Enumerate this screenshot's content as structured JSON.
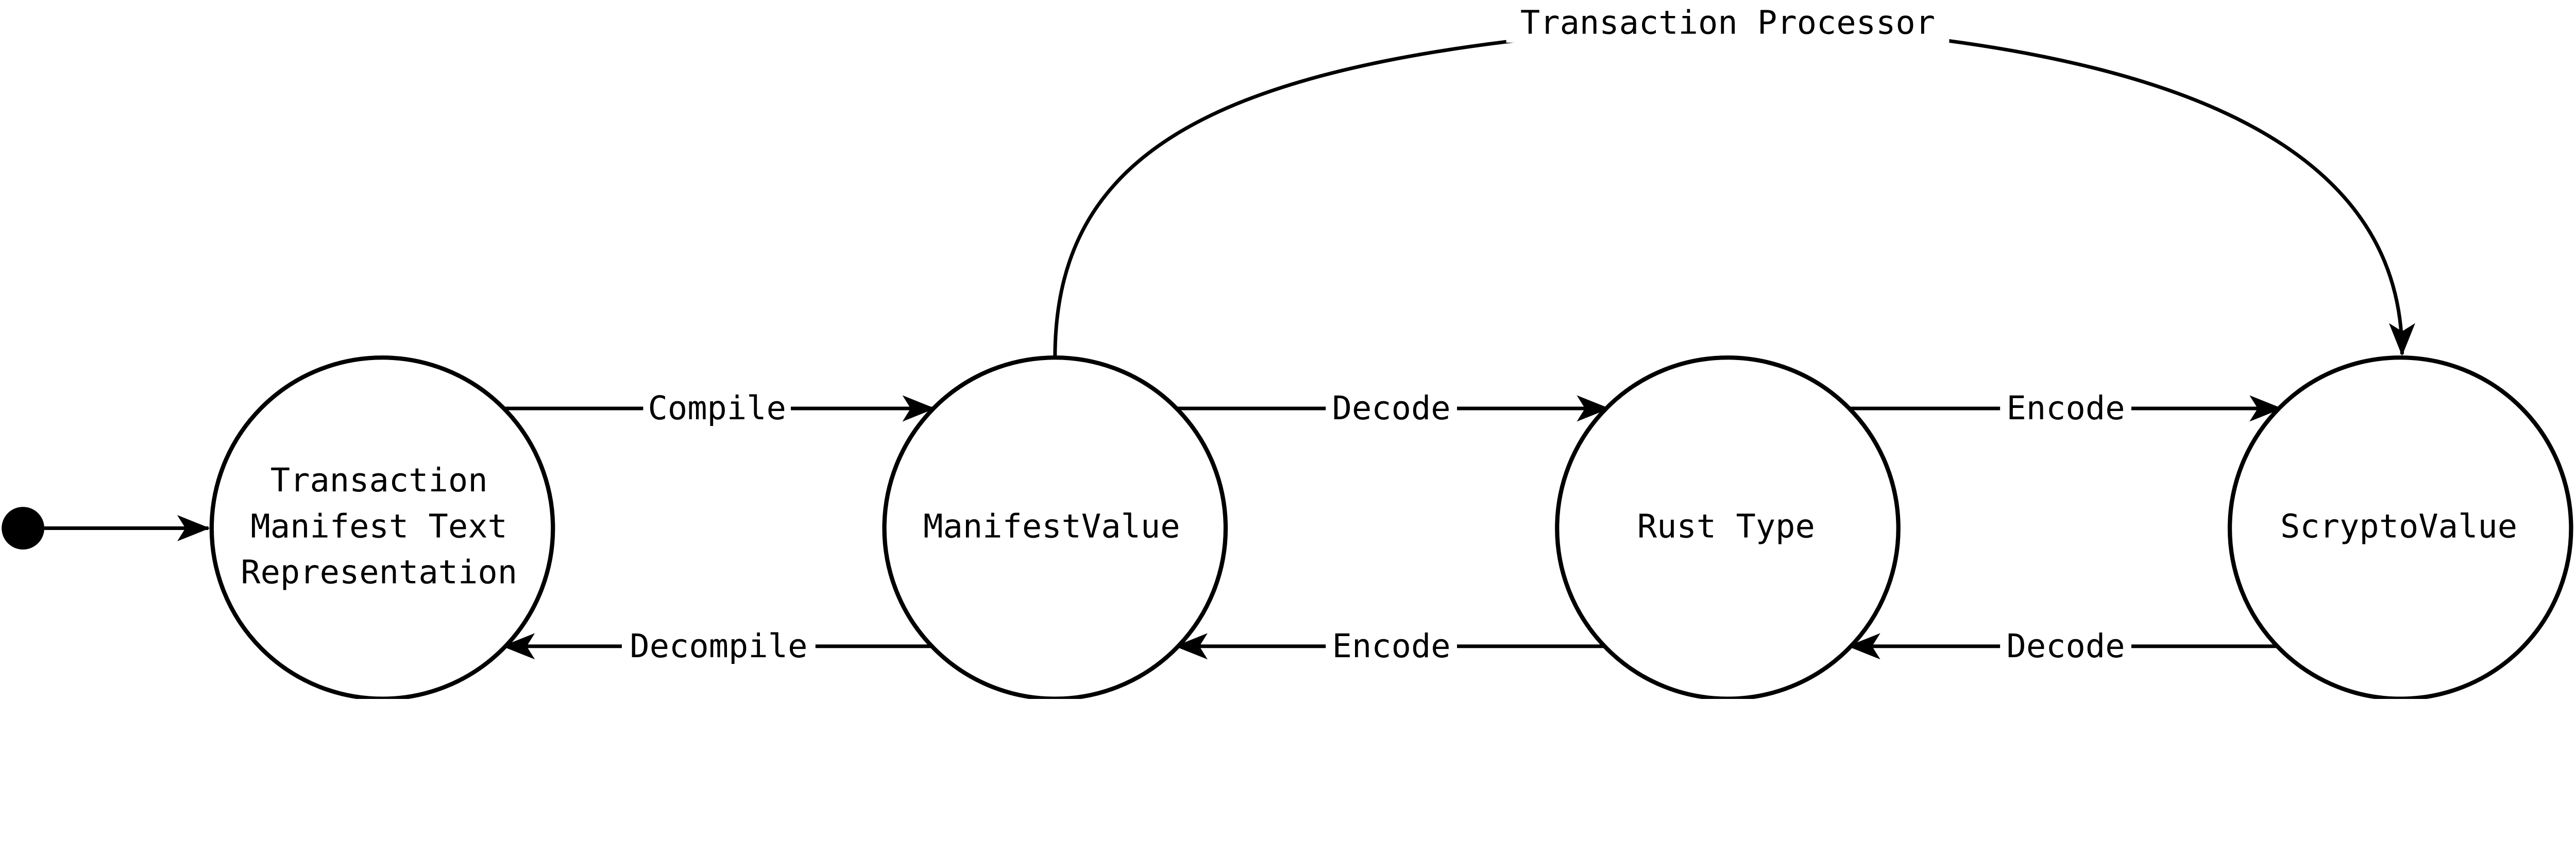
{
  "diagram": {
    "nodes": [
      {
        "id": "manifest-text",
        "lines": [
          "Transaction",
          "Manifest Text",
          "Representation"
        ]
      },
      {
        "id": "manifest-value",
        "lines": [
          "ManifestValue"
        ]
      },
      {
        "id": "rust-type",
        "lines": [
          "Rust Type"
        ]
      },
      {
        "id": "scrypto-value",
        "lines": [
          "ScryptoValue"
        ]
      }
    ],
    "edges": [
      {
        "from": "start",
        "to": "manifest-text",
        "label": ""
      },
      {
        "from": "manifest-text",
        "to": "manifest-value",
        "label": "Compile"
      },
      {
        "from": "manifest-value",
        "to": "manifest-text",
        "label": "Decompile"
      },
      {
        "from": "manifest-value",
        "to": "rust-type",
        "label": "Decode"
      },
      {
        "from": "rust-type",
        "to": "manifest-value",
        "label": "Encode"
      },
      {
        "from": "rust-type",
        "to": "scrypto-value",
        "label": "Encode"
      },
      {
        "from": "scrypto-value",
        "to": "rust-type",
        "label": "Decode"
      },
      {
        "from": "manifest-value",
        "to": "scrypto-value",
        "label": "Transaction Processor"
      }
    ],
    "colors": {
      "stroke": "#000000",
      "background": "#ffffff"
    }
  }
}
